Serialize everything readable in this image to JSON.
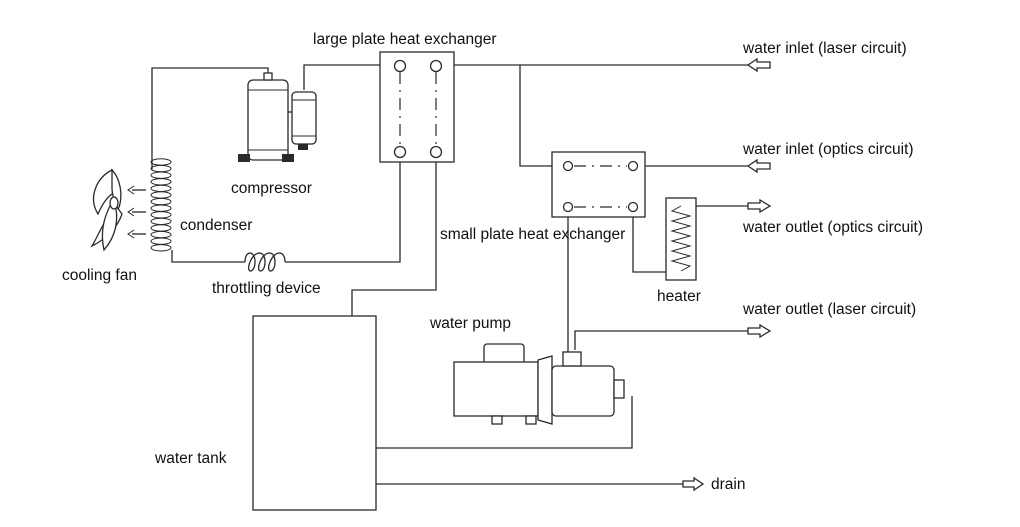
{
  "labels": {
    "large_hx": "large plate heat exchanger",
    "small_hx": "small plate heat exchanger",
    "compressor": "compressor",
    "condenser": "condenser",
    "cooling_fan": "cooling fan",
    "throttling": "throttling device",
    "water_tank": "water tank",
    "water_pump": "water pump",
    "heater": "heater",
    "inlet_laser": "water inlet (laser circuit)",
    "inlet_optics": "water inlet (optics circuit)",
    "outlet_optics": "water outlet (optics circuit)",
    "outlet_laser": "water outlet (laser circuit)",
    "drain": "drain"
  }
}
